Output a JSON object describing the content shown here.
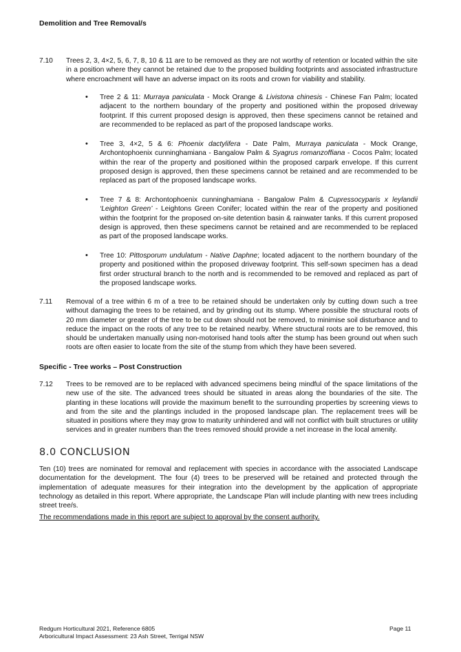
{
  "section_demolition": {
    "heading": "Demolition and Tree Removal/s"
  },
  "item_710": {
    "number": "7.10",
    "text": "Trees 2, 3, 4×2, 5, 6, 7, 8, 10 & 11 are to be removed as they are not worthy of retention or located within the site in a position where they cannot be retained due to the proposed building footprints and associated infrastructure where encroachment will have an adverse impact on its roots and crown for viability and stability."
  },
  "bullets": [
    {
      "lead": "Tree 2 & 11: ",
      "s1": "Murraya paniculata",
      "t1": " - Mock Orange & ",
      "s2": "Livistona chinesis",
      "rest": " - Chinese Fan Palm; located adjacent to the northern boundary of the property and positioned within the proposed driveway footprint. If this current proposed design is approved, then these specimens cannot be retained and are recommended to be replaced as part of the proposed landscape works."
    },
    {
      "lead": "Tree 3, 4×2, 5 & 6: ",
      "s1": "Phoenix dactylifera",
      "t1": " - Date Palm, ",
      "s2": "Murraya paniculata",
      "t2": " - Mock Orange, Archontophoenix cunninghamiana - Bangalow Palm & ",
      "s3": "Syagrus romanzoffiana",
      "rest": " - Cocos Palm; located within the rear of the property and positioned within the proposed carpark envelope. If this current proposed design is approved, then these specimens cannot be retained and are recommended to be replaced as part of the proposed landscape works."
    },
    {
      "lead": "Tree 7 & 8: Archontophoenix cunninghamiana - Bangalow Palm & ",
      "s1": "Cupressocyparis x leylandii ‘Leighton Green’",
      "rest": " - Leightons Green Conifer; located within the rear of the property and positioned within the footprint for the proposed on-site detention basin & rainwater tanks. If this current proposed design is approved, then these specimens cannot be retained and are recommended to be replaced as part of the proposed landscape works."
    },
    {
      "lead": "Tree 10: ",
      "s1": "Pittosporum undulatum - Native Daphne",
      "rest": "; located adjacent to the northern boundary of the property and positioned within the proposed driveway footprint. This self-sown specimen has a dead first order structural branch to the north and is recommended to be removed and replaced as part of the proposed landscape works."
    }
  ],
  "item_711": {
    "number": "7.11",
    "text": "Removal of a tree within 6 m of a tree to be retained should be undertaken only by cutting down such a tree without damaging the trees to be retained, and by grinding out its stump. Where possible the structural roots of 20 mm diameter or greater of the tree to be cut down should not be removed, to minimise soil disturbance and to reduce the impact on the roots of any tree to be retained nearby. Where structural roots are to be removed, this should be undertaken manually using non-motorised hand tools after the stump has been ground out when such roots are often easier to locate from the site of the stump from which they have been severed."
  },
  "section_specific": {
    "heading": "Specific - Tree works – Post Construction"
  },
  "item_712": {
    "number": "7.12",
    "text": "Trees to be removed are to be replaced with advanced specimens being mindful of the space limitations of the new use of the site. The advanced trees should be situated in areas along the boundaries of the site. The planting in these locations will provide the maximum benefit to the surrounding properties by screening views to and from the site and the plantings included in the proposed landscape plan. The replacement trees will be situated in positions where they may grow to maturity unhindered and will not conflict with built structures or utility services and in greater numbers than the trees removed should provide a net increase in the local amenity."
  },
  "conclusion": {
    "title": "8.0 CONCLUSION",
    "text": "Ten (10) trees are nominated for removal and replacement with species in accordance with the associated Landscape documentation for the development. The four (4) trees to be preserved will be retained and protected through the implementation of adequate measures for their integration into the development by the application of appropriate technology as detailed in this report. Where appropriate, the Landscape Plan will include planting with new trees including street tree/s.",
    "recommendation": "The recommendations made in this report are subject to approval by the consent authority."
  },
  "footer": {
    "line1": "Redgum Horticultural 2021, Reference 6805",
    "line2": "Arboricultural Impact Assessment: 23 Ash Street, Terrigal NSW",
    "page": "Page 11"
  }
}
